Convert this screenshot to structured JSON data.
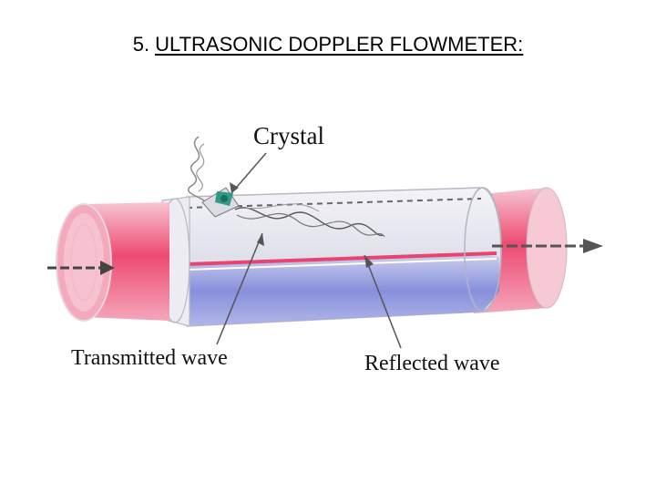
{
  "title": {
    "number": "5.",
    "text": "ULTRASONIC DOPPLER FLOWMETER:"
  },
  "labels": {
    "crystal": "Crystal",
    "transmitted_wave": "Transmitted wave",
    "reflected_wave": "Reflected wave"
  },
  "colors": {
    "pipe_end_red": "#ee4a72",
    "fluid_blue": "#7d86d8",
    "pipe_shell": "#e4e4ee",
    "arrow": "#333333"
  }
}
